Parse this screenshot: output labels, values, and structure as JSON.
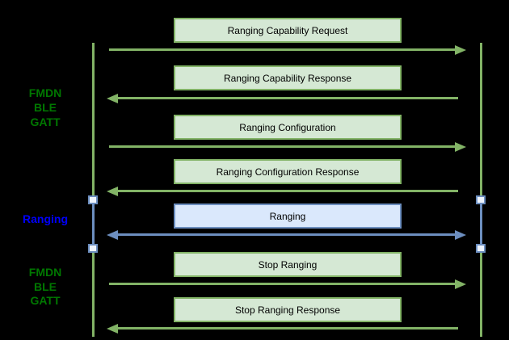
{
  "diagram": {
    "type": "sequence-diagram",
    "colors": {
      "green_line": "#82b366",
      "green_fill": "#d5e8d4",
      "blue_line": "#6c8ebf",
      "blue_fill": "#dae8fc",
      "activation_fill": "#eef4fd",
      "section_green_text": "#007700",
      "section_blue_text": "#0000ff",
      "background": "#000000",
      "message_text": "#000000"
    },
    "sections": [
      {
        "name": "fmdn-ble-gatt-top",
        "color": "green",
        "lines": {
          "0": "FMDN",
          "1": "BLE",
          "2": "GATT"
        }
      },
      {
        "name": "ranging",
        "color": "blue",
        "lines": {
          "0": "Ranging"
        }
      },
      {
        "name": "fmdn-ble-gatt-bottom",
        "color": "green",
        "lines": {
          "0": "FMDN",
          "1": "BLE",
          "2": "GATT"
        }
      }
    ],
    "messages": [
      {
        "label": "Ranging Capability Request",
        "direction": "right",
        "style": "green"
      },
      {
        "label": "Ranging Capability Response",
        "direction": "left",
        "style": "green"
      },
      {
        "label": "Ranging Configuration",
        "direction": "right",
        "style": "green"
      },
      {
        "label": "Ranging Configuration Response",
        "direction": "left",
        "style": "green"
      },
      {
        "label": "Ranging",
        "direction": "both",
        "style": "blue"
      },
      {
        "label": "Stop Ranging",
        "direction": "right",
        "style": "green"
      },
      {
        "label": "Stop Ranging Response",
        "direction": "left",
        "style": "green"
      }
    ],
    "lifelines": [
      {
        "side": "left",
        "segments": [
          "green",
          "blue",
          "green"
        ]
      },
      {
        "side": "right",
        "segments": [
          "green",
          "blue",
          "green"
        ]
      }
    ]
  }
}
